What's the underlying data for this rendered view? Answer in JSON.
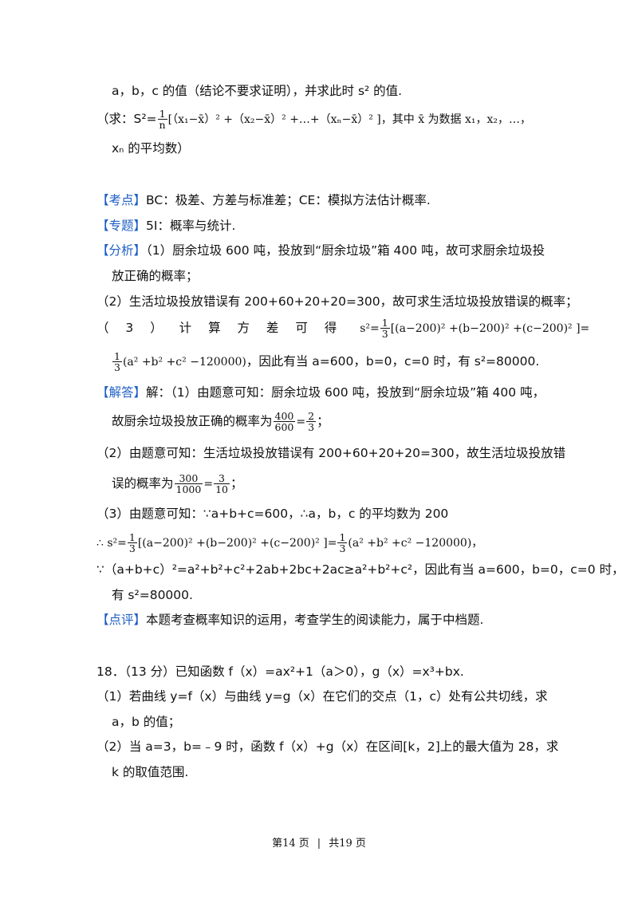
{
  "intro": {
    "line1": "a，b，c 的值（结论不要求证明），并求此时 s² 的值.",
    "formula_lead": "（求：S²=",
    "frac_1n": {
      "num": "1",
      "den": "n"
    },
    "formula_terms": "[（x₁−x̄）² +（x₂−x̄）² +…+（xₙ−x̄）² ]，其中 x̄ 为数据 x₁，x₂，…，",
    "line3": "xₙ 的平均数）"
  },
  "kaodian": {
    "tag": "【考点】",
    "text": "BC：极差、方差与标准差；CE：模拟方法估计概率."
  },
  "zhuanti": {
    "tag": "【专题】",
    "text": "5I：概率与统计."
  },
  "fenxi": {
    "tag": "【分析】",
    "p1a": "（1）厨余垃圾 600 吨，投放到“厨余垃圾”箱 400 吨，故可求厨余垃圾投",
    "p1b": "放正确的概率；",
    "p2": "（2）生活垃圾投放错误有 200+60+20+20=300，故可求生活垃圾投放错误的概率；",
    "p3_lead": "（ 3 ） 计 算 方 差 可 得",
    "p3_formula": "s²=",
    "frac_13": {
      "num": "1",
      "den": "3"
    },
    "p3_bracket": "[(a−200)² +(b−200)² +(c−200)² ]=",
    "p4_formula": "(a² +b² +c² −120000)",
    "p4_text": "，因此有当 a=600，b=0，c=0 时，有 s²=80000."
  },
  "jieda": {
    "tag": "【解答】",
    "p1a": "解：（1）由题意可知：厨余垃圾 600 吨，投放到“厨余垃圾”箱 400 吨，",
    "p1b": "故厨余垃圾投放正确的概率为",
    "frac_400": {
      "num": "400",
      "den": "600"
    },
    "frac_23": {
      "num": "2",
      "den": "3"
    },
    "p2a": "（2）由题意可知：生活垃圾投放错误有 200+60+20+20=300，故生活垃圾投放错",
    "p2b": "误的概率为",
    "frac_300": {
      "num": "300",
      "den": "1000"
    },
    "frac_310": {
      "num": "3",
      "den": "10"
    },
    "p3": "（3）由题意可知：∵a+b+c=600，∴a，b，c 的平均数为 200",
    "p4_lead": "∴ s²=",
    "p4_bracket": "[(a−200)² +(b−200)² +(c−200)² ]=",
    "p4_tail": "(a² +b² +c² −120000)，",
    "p5": "∵（a+b+c）²=a²+b²+c²+2ab+2bc+2ac≥a²+b²+c²，因此有当 a=600，b=0，c=0 时，",
    "p6": "有 s²=80000."
  },
  "dianping": {
    "tag": "【点评】",
    "text": "本题考查概率知识的运用，考查学生的阅读能力，属于中档题."
  },
  "q18": {
    "title": "18．（13 分）已知函数 f（x）=ax²+1（a＞0），g（x）=x³+bx.",
    "p1a": "（1）若曲线 y=f（x）与曲线 y=g（x）在它们的交点（1，c）处有公共切线，求",
    "p1b": "a，b 的值；",
    "p2a": "（2）当 a=3，b=﹣9 时，函数 f（x）+g（x）在区间[k，2]上的最大值为 28，求",
    "p2b": "k 的取值范围."
  },
  "footer": {
    "page": "第14 页",
    "separator": "|",
    "total": "共19 页"
  }
}
